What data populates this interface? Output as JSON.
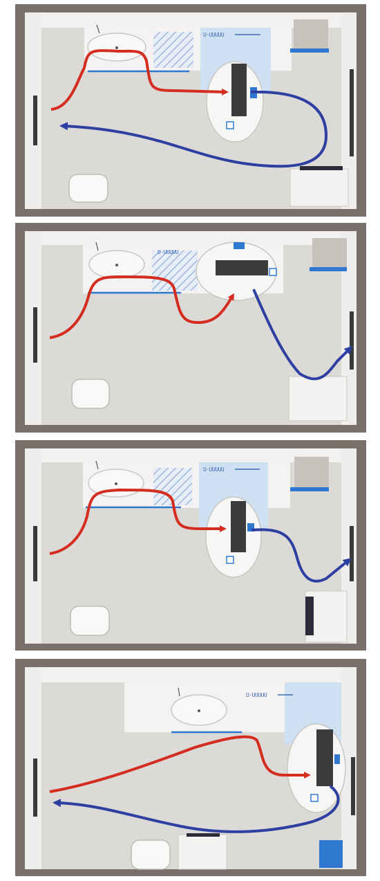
{
  "colors": {
    "frame": "#7a706b",
    "wall": "#f2f1ef",
    "floor": "#dcdad7",
    "zone": "#cfe0f3",
    "hatch": "#b9cde6",
    "fixture_blue": "#2f78d0",
    "unit_dark": "#3c3c3f",
    "path_red": "#d42c1f",
    "path_blue": "#2d3fa0"
  },
  "panels": [
    {
      "id": "layout-1",
      "rack_label": "U·UUUUU",
      "rack_orientation": "vertical",
      "red_path": "supply",
      "blue_path": "return-left"
    },
    {
      "id": "layout-2",
      "rack_label": "U·UUUUU",
      "rack_orientation": "horizontal",
      "red_path": "supply",
      "blue_path": "exit-right"
    },
    {
      "id": "layout-3",
      "rack_label": "U·UUUUU",
      "rack_orientation": "vertical",
      "red_path": "supply",
      "blue_path": "exit-right"
    },
    {
      "id": "layout-4",
      "rack_label": "U·UUUUU",
      "rack_orientation": "vertical",
      "red_path": "supply-long",
      "blue_path": "return-left"
    }
  ]
}
